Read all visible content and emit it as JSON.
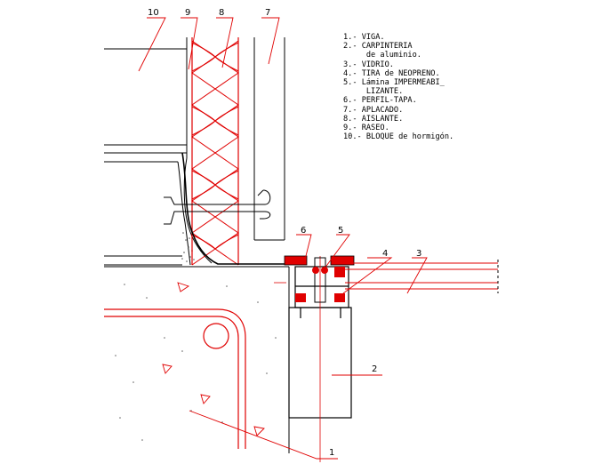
{
  "callouts": [
    "10",
    "9",
    "8",
    "7",
    "6",
    "5",
    "4",
    "3",
    "2",
    "1"
  ],
  "legend": [
    "1.- VIGA.",
    "2.- CARPINTERIA",
    "     de aluminio.",
    "3.- VIDRIO.",
    "4.- TIRA de NEOPRENO.",
    "5.- Lámina IMPERMEABI_",
    "     LIZANTE.",
    "6.- PERFIL-TAPA.",
    "7.- APLACADO.",
    "8.- AISLANTE.",
    "9.- RASEO.",
    "10.- BLOQUE de hormigón."
  ],
  "colors": {
    "line": "#000000",
    "accent": "#e00000"
  }
}
